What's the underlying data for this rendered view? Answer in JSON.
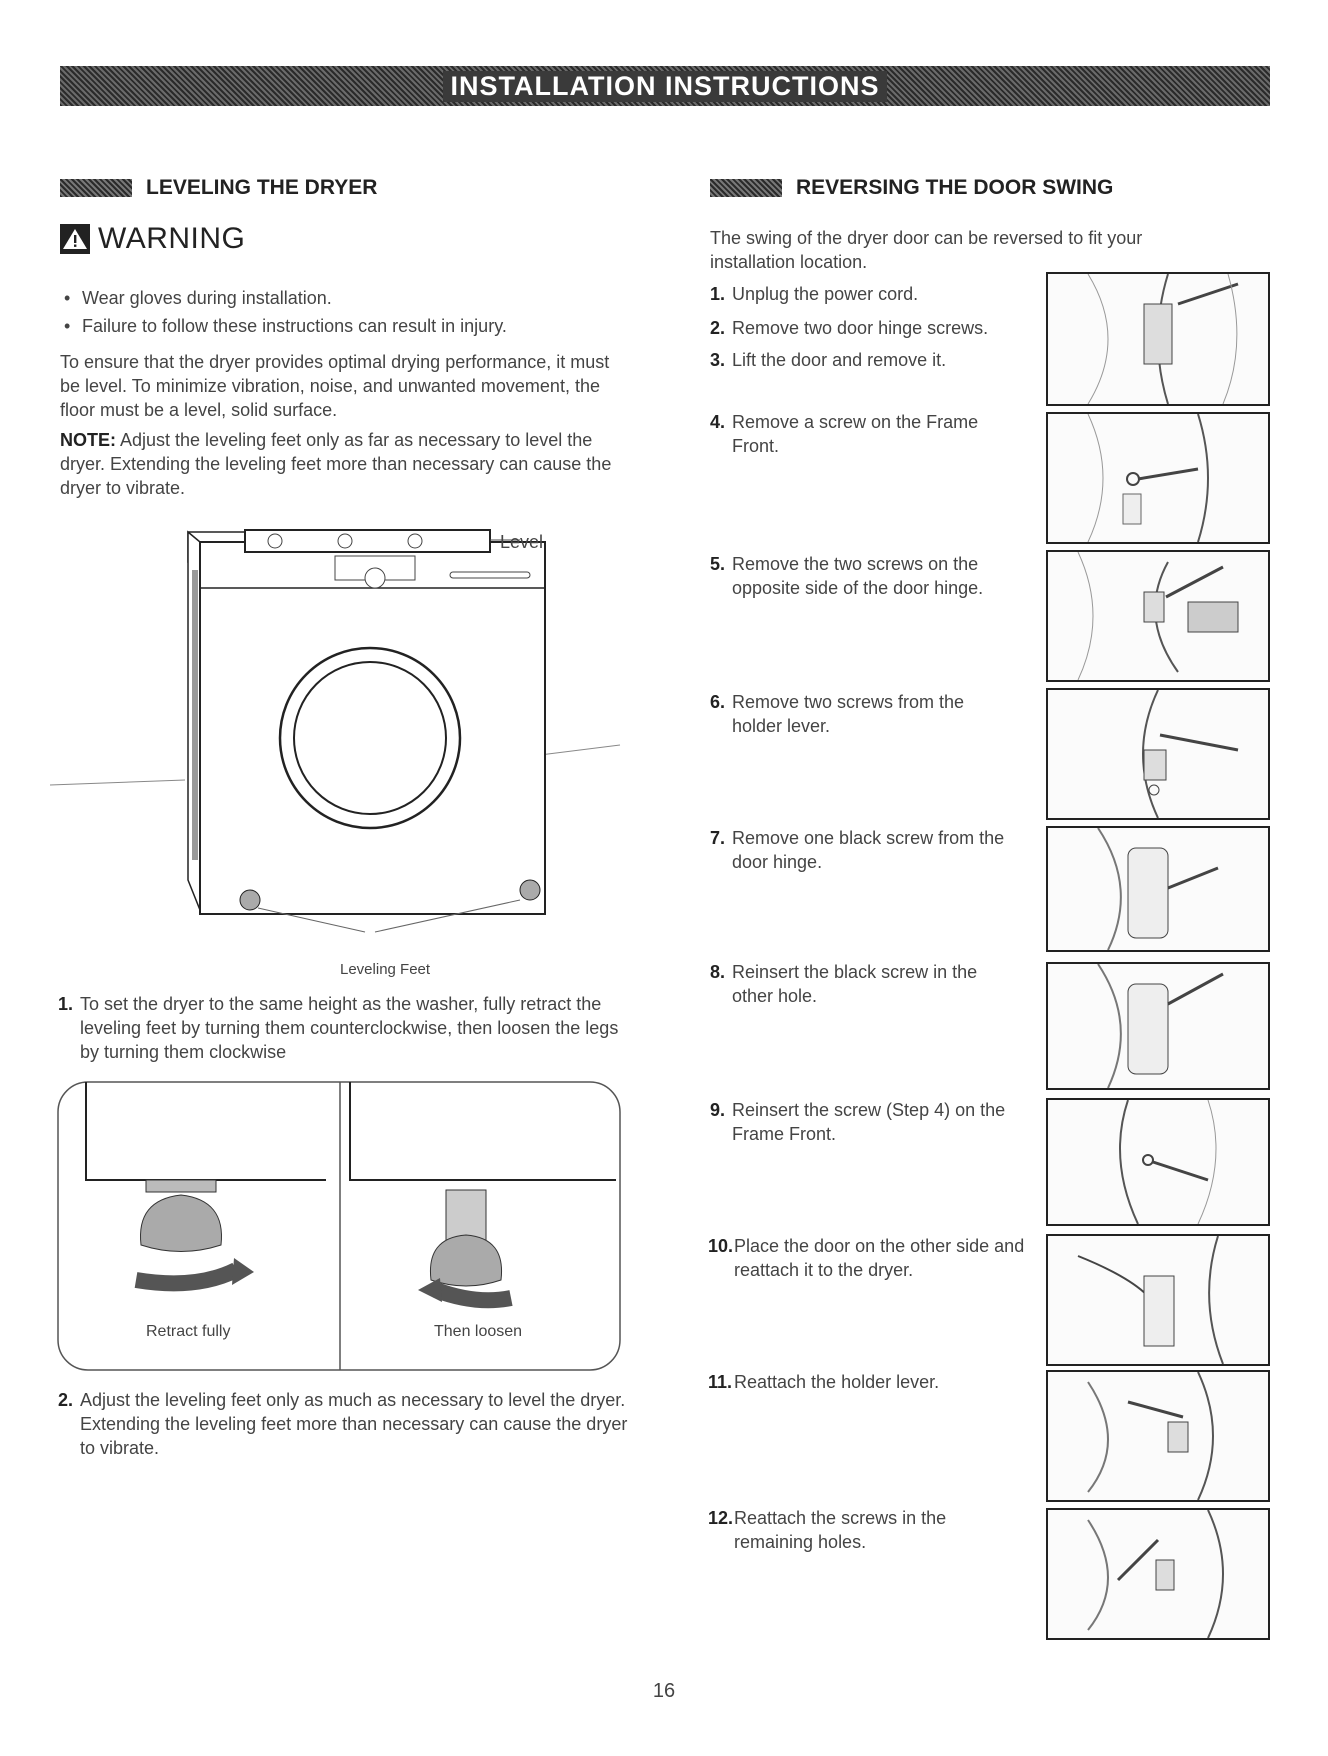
{
  "banner_title": "INSTALLATION INSTRUCTIONS",
  "left": {
    "title": "LEVELING THE DRYER",
    "warning_label": "WARNING",
    "bullets": [
      "Wear gloves during installation.",
      "Failure to follow these instructions can result in injury."
    ],
    "intro": "To ensure that the dryer provides optimal drying performance, it must be level. To minimize vibration, noise, and unwanted movement, the floor must be a level, solid surface.",
    "note_label": "NOTE:",
    "note_text": " Adjust the leveling feet only as far as necessary to level the dryer. Extending the leveling feet more than necessary can cause the dryer to vibrate.",
    "level_label": "Level",
    "feet_label": "Leveling Feet",
    "step1_num": "1.",
    "step1": "To set the dryer to the same height as the washer, fully retract the leveling feet by turning them counterclockwise, then loosen the legs by turning them clockwise",
    "retract_label": "Retract fully",
    "loosen_label": "Then loosen",
    "step2_num": "2.",
    "step2": "Adjust the leveling feet only as much as necessary to level the dryer. Extending the leveling feet more than necessary can cause the dryer to vibrate."
  },
  "right": {
    "title": "REVERSING THE DOOR SWING",
    "intro": "The swing of the dryer door can be reversed to fit your installation location.",
    "steps": [
      {
        "num": "1.",
        "text": "Unplug the power cord."
      },
      {
        "num": "2.",
        "text": "Remove two door hinge screws."
      },
      {
        "num": "3.",
        "text": "Lift the door and remove it."
      },
      {
        "num": "4.",
        "text": "Remove a screw on the Frame Front."
      },
      {
        "num": "5.",
        "text": "Remove the two screws on the opposite side of the door hinge."
      },
      {
        "num": "6.",
        "text": "Remove two screws from the holder lever."
      },
      {
        "num": "7.",
        "text": "Remove one black screw from the door hinge."
      },
      {
        "num": "8.",
        "text": "Reinsert the black screw in the other hole."
      },
      {
        "num": "9.",
        "text": "Reinsert the screw (Step 4) on the Frame Front."
      },
      {
        "num": "10.",
        "text": "Place the door on the other side and reattach it to the dryer."
      },
      {
        "num": "11.",
        "text": "Reattach the holder lever."
      },
      {
        "num": "12.",
        "text": "Reattach the screws in the remaining holes."
      }
    ]
  },
  "page_number": "16"
}
